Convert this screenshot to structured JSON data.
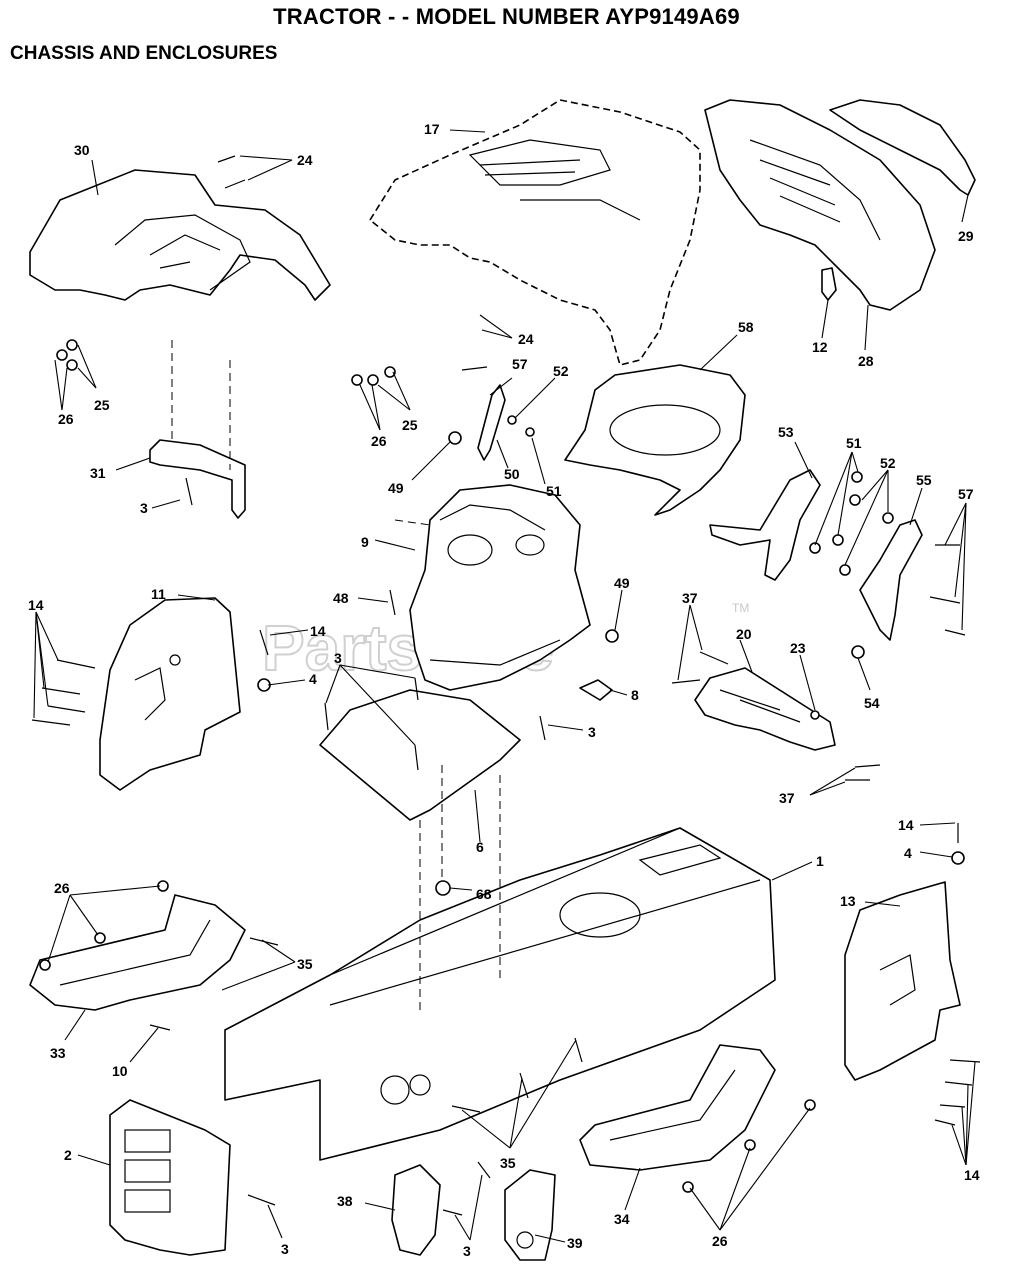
{
  "header": {
    "title": "TRACTOR - - MODEL NUMBER AYP9149A69",
    "subtitle": "CHASSIS AND ENCLOSURES"
  },
  "watermark": {
    "text": "PartsTree",
    "tm": "TM"
  },
  "callouts": [
    {
      "id": "c17",
      "label": "17"
    },
    {
      "id": "c30",
      "label": "30"
    },
    {
      "id": "c24a",
      "label": "24"
    },
    {
      "id": "c24b",
      "label": "24"
    },
    {
      "id": "c29",
      "label": "29"
    },
    {
      "id": "c12",
      "label": "12"
    },
    {
      "id": "c28",
      "label": "28"
    },
    {
      "id": "c58",
      "label": "58"
    },
    {
      "id": "c25a",
      "label": "25"
    },
    {
      "id": "c26a",
      "label": "26"
    },
    {
      "id": "c25b",
      "label": "25"
    },
    {
      "id": "c26b",
      "label": "26"
    },
    {
      "id": "c57a",
      "label": "57"
    },
    {
      "id": "c52a",
      "label": "52"
    },
    {
      "id": "c50",
      "label": "50"
    },
    {
      "id": "c51a",
      "label": "51"
    },
    {
      "id": "c49a",
      "label": "49"
    },
    {
      "id": "c31",
      "label": "31"
    },
    {
      "id": "c3a",
      "label": "3"
    },
    {
      "id": "c53",
      "label": "53"
    },
    {
      "id": "c51b",
      "label": "51"
    },
    {
      "id": "c52b",
      "label": "52"
    },
    {
      "id": "c55",
      "label": "55"
    },
    {
      "id": "c57b",
      "label": "57"
    },
    {
      "id": "c9",
      "label": "9"
    },
    {
      "id": "c48",
      "label": "48"
    },
    {
      "id": "c49b",
      "label": "49"
    },
    {
      "id": "c11",
      "label": "11"
    },
    {
      "id": "c14a",
      "label": "14"
    },
    {
      "id": "c14b",
      "label": "14"
    },
    {
      "id": "c37a",
      "label": "37"
    },
    {
      "id": "c20",
      "label": "20"
    },
    {
      "id": "c23",
      "label": "23"
    },
    {
      "id": "c54",
      "label": "54"
    },
    {
      "id": "c3b",
      "label": "3"
    },
    {
      "id": "c4a",
      "label": "4"
    },
    {
      "id": "c8",
      "label": "8"
    },
    {
      "id": "c3c",
      "label": "3"
    },
    {
      "id": "c37b",
      "label": "37"
    },
    {
      "id": "c6",
      "label": "6"
    },
    {
      "id": "c14c",
      "label": "14"
    },
    {
      "id": "c4b",
      "label": "4"
    },
    {
      "id": "c1",
      "label": "1"
    },
    {
      "id": "c68",
      "label": "68"
    },
    {
      "id": "c26c",
      "label": "26"
    },
    {
      "id": "c13",
      "label": "13"
    },
    {
      "id": "c35a",
      "label": "35"
    },
    {
      "id": "c33",
      "label": "33"
    },
    {
      "id": "c10",
      "label": "10"
    },
    {
      "id": "c2",
      "label": "2"
    },
    {
      "id": "c35b",
      "label": "35"
    },
    {
      "id": "c14d",
      "label": "14"
    },
    {
      "id": "c34",
      "label": "34"
    },
    {
      "id": "c38",
      "label": "38"
    },
    {
      "id": "c3d",
      "label": "3"
    },
    {
      "id": "c3e",
      "label": "3"
    },
    {
      "id": "c39",
      "label": "39"
    },
    {
      "id": "c26d",
      "label": "26"
    }
  ]
}
